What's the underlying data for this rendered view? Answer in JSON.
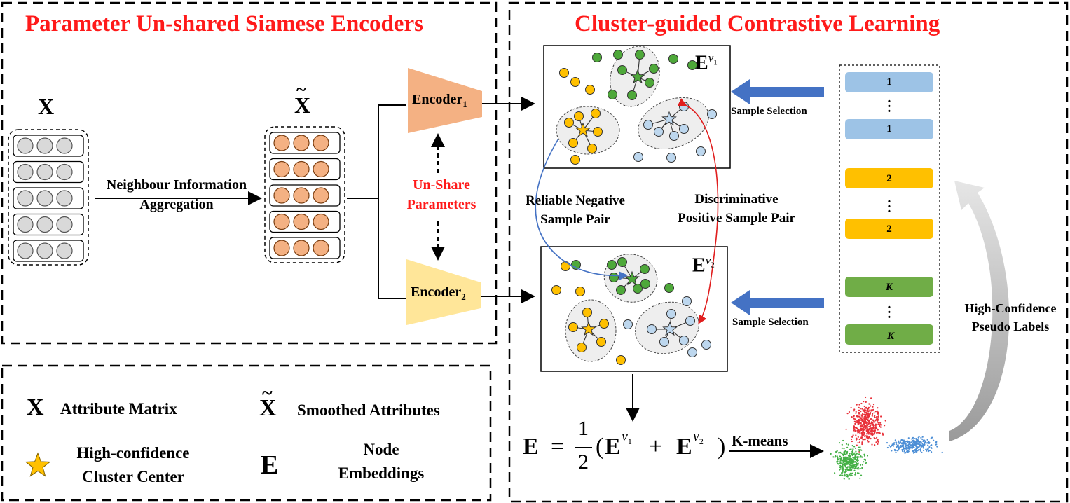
{
  "left_panel": {
    "title": "Parameter Un-shared Siamese Encoders",
    "x_symbol": "X",
    "x_tilde_symbol": "X",
    "aggregation_label_line1": "Neighbour Information",
    "aggregation_label_line2": "Aggregation",
    "encoder1_label": "Encoder",
    "encoder1_sub": "1",
    "encoder2_label": "Encoder",
    "encoder2_sub": "2",
    "unshare_line1": "Un-Share",
    "unshare_line2": "Parameters"
  },
  "right_panel": {
    "title": "Cluster-guided Contrastive Learning",
    "ev1_label": "E",
    "ev1_sup_v": "v",
    "ev1_sup_sub": "1",
    "ev2_label": "E",
    "ev2_sup_v": "v",
    "ev2_sup_sub": "2",
    "sample_selection_top": "Sample Selection",
    "sample_selection_bottom": "Sample Selection",
    "neg_pair_line1": "Reliable Negative",
    "neg_pair_line2": "Sample Pair",
    "pos_pair_line1": "Discriminative",
    "pos_pair_line2": "Positive  Sample Pair",
    "pseudo_line1": "High-Confidence",
    "pseudo_line2": "Pseudo Labels",
    "kmeans_label": "K-means",
    "formula_lhs": "E",
    "formula_eq": "=",
    "formula_num": "1",
    "formula_den": "2",
    "formula_open": "(",
    "formula_e1": "E",
    "formula_plus": "+",
    "formula_e2": "E",
    "formula_close": ")",
    "labels": [
      "1",
      "1",
      "2",
      "2",
      "K",
      "K"
    ]
  },
  "legend": {
    "x_symbol": "X",
    "x_desc": "Attribute Matrix",
    "x_tilde_symbol": "X",
    "x_tilde_desc": "Smoothed  Attributes",
    "star_desc_line1": "High-confidence",
    "star_desc_line2": "Cluster Center",
    "e_symbol": "E",
    "e_desc_line1": "Node",
    "e_desc_line2": "Embeddings"
  },
  "colors": {
    "title_red": "#ff1a1a",
    "yellow_node": "#ffc000",
    "green_node": "#4ea83a",
    "blue_node": "#bdd7ee",
    "encoder1": "#f4b183",
    "encoder2": "#ffe699",
    "label_blue": "#9dc3e6",
    "label_yellow": "#ffc000",
    "label_green": "#70ad47",
    "arrow_blue": "#4472c4",
    "gray_node": "#d9d9d9",
    "orange_node": "#f4b183"
  }
}
